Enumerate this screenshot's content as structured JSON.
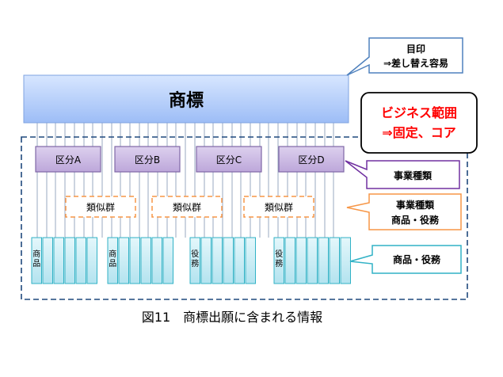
{
  "callouts": {
    "mark_note": {
      "line1": "目印",
      "line2": "⇒差し替え容易"
    },
    "business_note": {
      "line1": "ビジネス範囲",
      "line2": "⇒固定、コア",
      "color": "#ff0000"
    },
    "classes_note": {
      "text": "事業種類"
    },
    "similar_note": {
      "line1": "事業種類",
      "line2": "商品・役務"
    },
    "goods_note": {
      "text": "商品・役務"
    }
  },
  "trademark": {
    "label": "商標"
  },
  "classes": [
    {
      "label": "区分A"
    },
    {
      "label": "区分B"
    },
    {
      "label": "区分C"
    },
    {
      "label": "区分D"
    }
  ],
  "similar_groups": [
    {
      "label": "類似群"
    },
    {
      "label": "類似群"
    },
    {
      "label": "類似群"
    }
  ],
  "goods_labels": [
    "商品",
    "商品",
    "役務",
    "役務"
  ],
  "caption": "図11　商標出願に含まれる情報",
  "colors": {
    "trademark_fill_top": "#d7e6ff",
    "trademark_fill_bottom": "#9dbdf6",
    "class_fill": "#c9b7e0",
    "class_border": "#7f67a6",
    "purple_callout": "#7030a0",
    "orange": "#f79646",
    "teal": "#31b2c6",
    "goods_fill": "#cbeef6",
    "blue_border": "#1f497d",
    "callout_blue": "#4f81bd"
  }
}
